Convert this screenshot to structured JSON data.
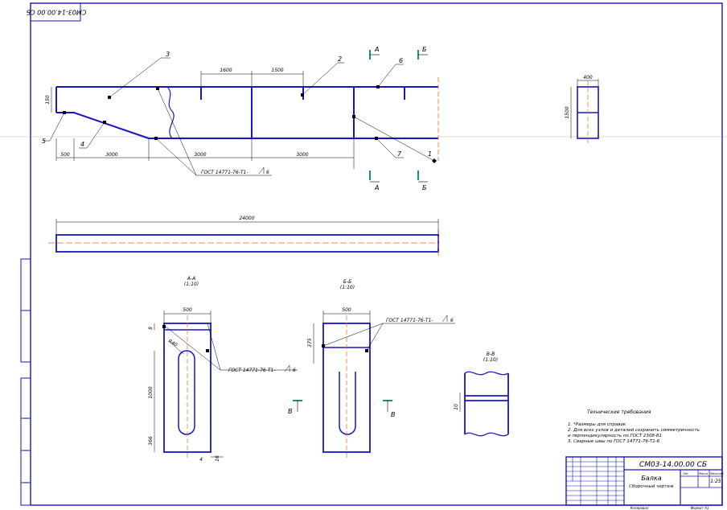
{
  "sheet_code_rotated": "СМ03-14.00.00 СБ",
  "main_view": {
    "dims": {
      "d1600": "1600",
      "d1500": "1500",
      "d150": "150",
      "d500": "500",
      "d3000_a": "3000",
      "d3000_b": "3000",
      "d3000_c": "3000",
      "d24000": "24000"
    },
    "callouts": {
      "c1": "1",
      "c2": "2",
      "c3": "3",
      "c4": "4",
      "c5": "5",
      "c6": "6",
      "c7": "7"
    },
    "weld_note": "ГОСТ 14771-76-Т1-",
    "weld_leg": "6"
  },
  "section_marks": {
    "a_top": "А",
    "b_top": "Б",
    "a_bottom": "А",
    "b_bottom": "Б",
    "v_left": "В",
    "v_right": "В"
  },
  "side_view": {
    "width": "400",
    "height": "1500"
  },
  "section_a": {
    "title": "А-А",
    "scale": "(1:10)",
    "width": "500",
    "d8": "8",
    "r40": "R40",
    "h1000": "1000",
    "d366": "366",
    "d4": "4",
    "d16": "16",
    "weld_note": "ГОСТ 14771-76-Т1-",
    "weld_leg": "6"
  },
  "section_b": {
    "title": "Б-Б",
    "scale": "(1:10)",
    "width": "500",
    "d375": "375",
    "weld_note": "ГОСТ 14771-76-Т1-",
    "weld_leg": "6"
  },
  "section_v": {
    "title": "В-В",
    "scale": "(1:10)",
    "d10": "10"
  },
  "tech_req": {
    "title": "Технические требования",
    "items": [
      "1. *Размеры для справок",
      "2. Для всех узлов и деталей сохранить симметричность",
      "и перпендикулярность по ГОСТ 2308-81",
      "3. Сварные швы по ГОСТ 14771-76-Т1-6"
    ]
  },
  "title_block": {
    "code": "СМ03-14.00.00 СБ",
    "name": "Балка",
    "subtitle": "Сборочный чертеж",
    "scale": "1:25",
    "mass_label": "Масса",
    "scale_label": "Масштаб",
    "lit_label": "Лит.",
    "copied": "Копировал",
    "format": "Формат А1"
  }
}
